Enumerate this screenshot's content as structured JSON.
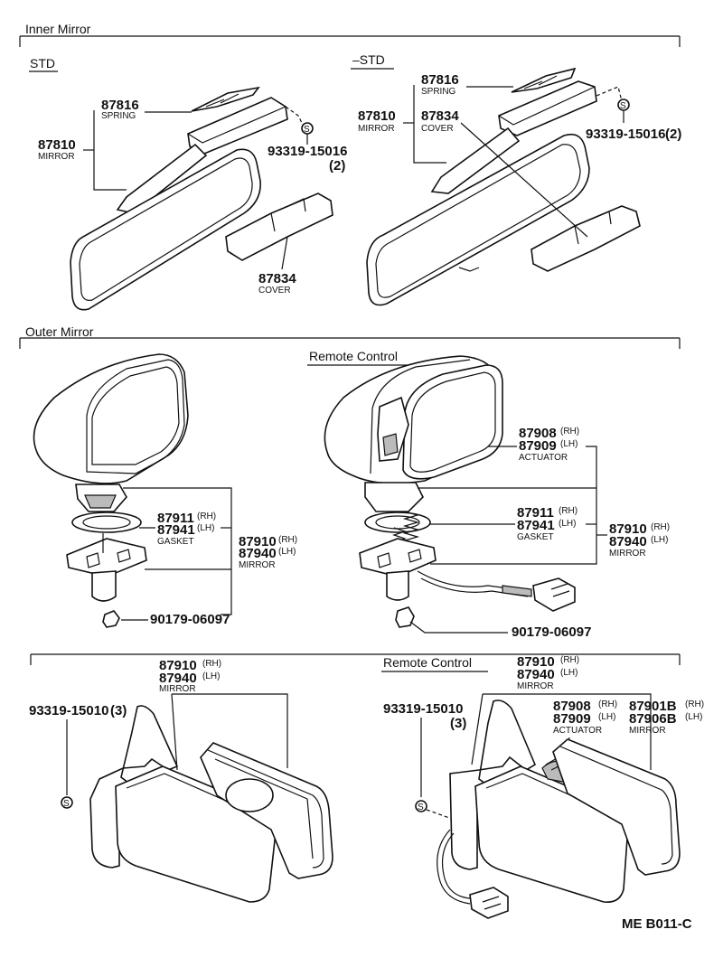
{
  "sections": {
    "inner_mirror": "Inner Mirror",
    "outer_mirror": "Outer Mirror"
  },
  "inner_left": {
    "title": "STD",
    "spring_pn": "87816",
    "spring_name": "SPRING",
    "mirror_pn": "87810",
    "mirror_name": "MIRROR",
    "screw_pn": "93319-15016",
    "screw_qty": "(2)",
    "screw_symbol": "S",
    "cover_pn": "87834",
    "cover_name": "COVER"
  },
  "inner_right": {
    "title": "–STD",
    "spring_pn": "87816",
    "spring_name": "SPRING",
    "mirror_pn": "87810",
    "mirror_name": "MIRROR",
    "cover_pn": "87834",
    "cover_name": "COVER",
    "screw_pn": "93319-15016",
    "screw_qty": "(2)",
    "screw_symbol": "S"
  },
  "outer_top_left": {
    "gasket_rh": "87911",
    "gasket_lh": "87941",
    "gasket_name": "GASKET",
    "mirror_rh": "87910",
    "mirror_lh": "87940",
    "mirror_name": "MIRROR",
    "nut_pn": "90179-06097",
    "rh": "(RH)",
    "lh": "(LH)"
  },
  "outer_top_right": {
    "title": "Remote Control",
    "actuator_rh": "87908",
    "actuator_lh": "87909",
    "actuator_name": "ACTUATOR",
    "gasket_rh": "87911",
    "gasket_lh": "87941",
    "gasket_name": "GASKET",
    "mirror_rh": "87910",
    "mirror_lh": "87940",
    "mirror_name": "MIRROR",
    "nut_pn": "90179-06097",
    "rh": "(RH)",
    "lh": "(LH)"
  },
  "outer_bottom_left": {
    "mirror_rh": "87910",
    "mirror_lh": "87940",
    "mirror_name": "MIRROR",
    "rh": "(RH)",
    "lh": "(LH)",
    "screw_pn": "93319-15010",
    "screw_qty": "(3)",
    "screw_symbol": "S"
  },
  "outer_bottom_right": {
    "title": "Remote Control",
    "mirror_rh": "87910",
    "mirror_lh": "87940",
    "mirror_name": "MIRROR",
    "screw_pn": "93319-15010",
    "screw_qty": "(3)",
    "screw_symbol": "S",
    "actuator_rh": "87908",
    "actuator_lh": "87909",
    "actuator_name": "ACTUATOR",
    "glass_rh": "87901B",
    "glass_lh": "87906B",
    "glass_name": "MIRROR",
    "rh": "(RH)",
    "lh": "(LH)"
  },
  "figure_code": "ME  B011-C"
}
